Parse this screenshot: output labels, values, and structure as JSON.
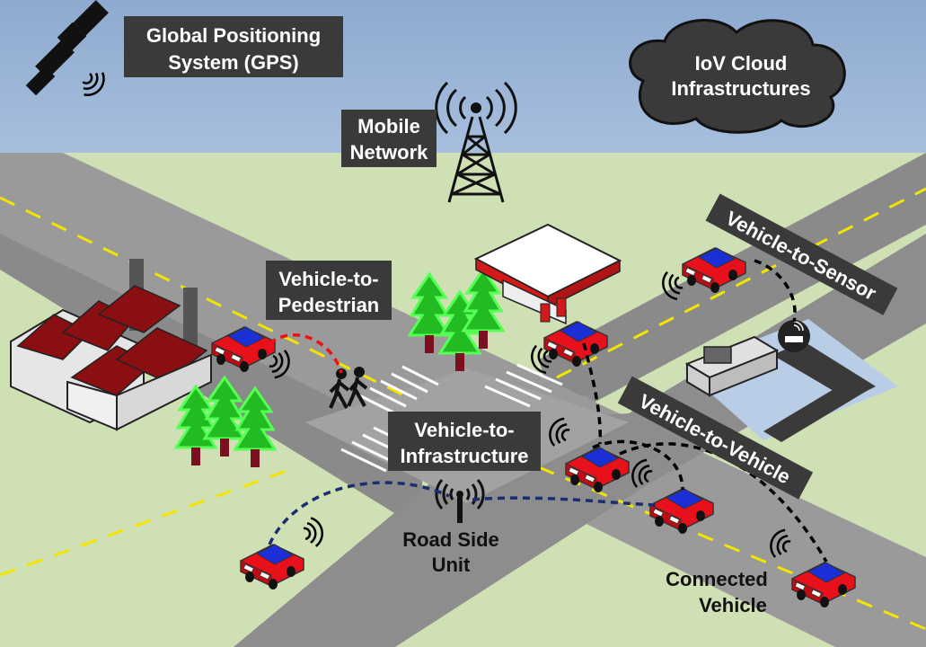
{
  "labels": {
    "gps": [
      "Global Positioning",
      "System (GPS)"
    ],
    "cloud": [
      "IoV Cloud",
      "Infrastructures"
    ],
    "mobile": [
      "Mobile",
      "Network"
    ],
    "v2p": [
      "Vehicle-to-",
      "Pedestrian"
    ],
    "v2i": [
      "Vehicle-to-",
      "Infrastructure"
    ],
    "v2s": "Vehicle-to-Sensor",
    "v2v": "Vehicle-to-Vehicle",
    "rsu": [
      "Road Side",
      "Unit"
    ],
    "connected": [
      "Connected",
      "Vehicle"
    ]
  },
  "colors": {
    "sky": "#93aed0",
    "grass": "#cfe0b4",
    "road": "#8a8a8a",
    "lane": "#f2e500",
    "car_body": "#e8101a",
    "car_roof": "#1a2fd6",
    "label_bg": "#3a3a3a",
    "tree": "#33cc33",
    "link_blue": "#1b2f6e",
    "link_red": "#e11",
    "link_black": "#000000"
  }
}
